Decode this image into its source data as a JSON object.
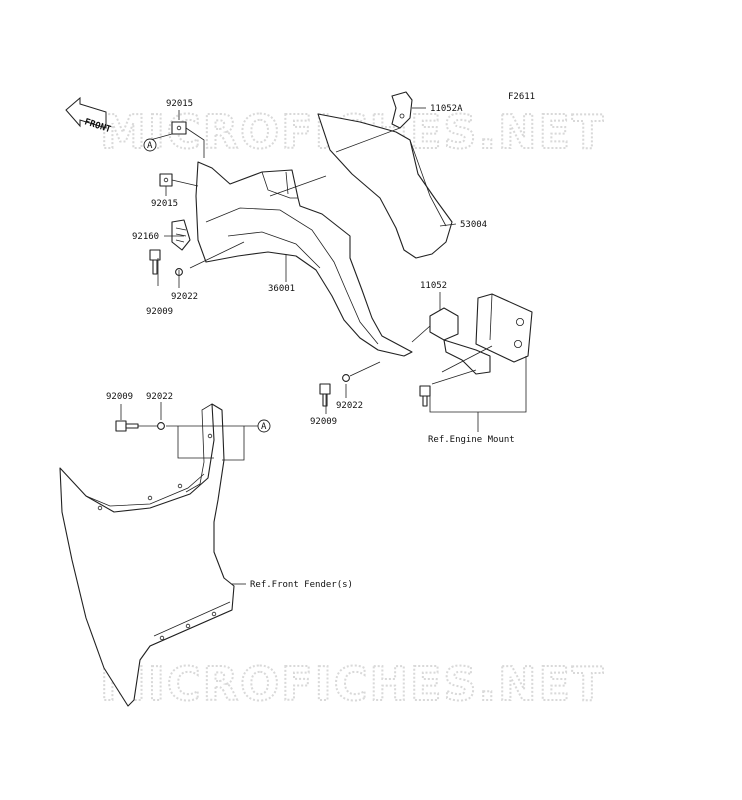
{
  "figure_id": "F2611",
  "watermark": "MICROFICHES.NET",
  "front_arrow_label": "FRONT",
  "callout_letter": "A",
  "parts": {
    "p92015_top": "92015",
    "p92015_mid": "92015",
    "p92160": "92160",
    "p92009_a": "92009",
    "p92022_a": "92022",
    "p36001": "36001",
    "p11052a": "11052A",
    "p53004": "53004",
    "p11052": "11052",
    "p92022_b": "92022",
    "p92009_b": "92009",
    "p92009_c": "92009",
    "p92022_c": "92022"
  },
  "refs": {
    "engine_mount": "Ref.Engine Mount",
    "front_fender": "Ref.Front Fender(s)"
  }
}
